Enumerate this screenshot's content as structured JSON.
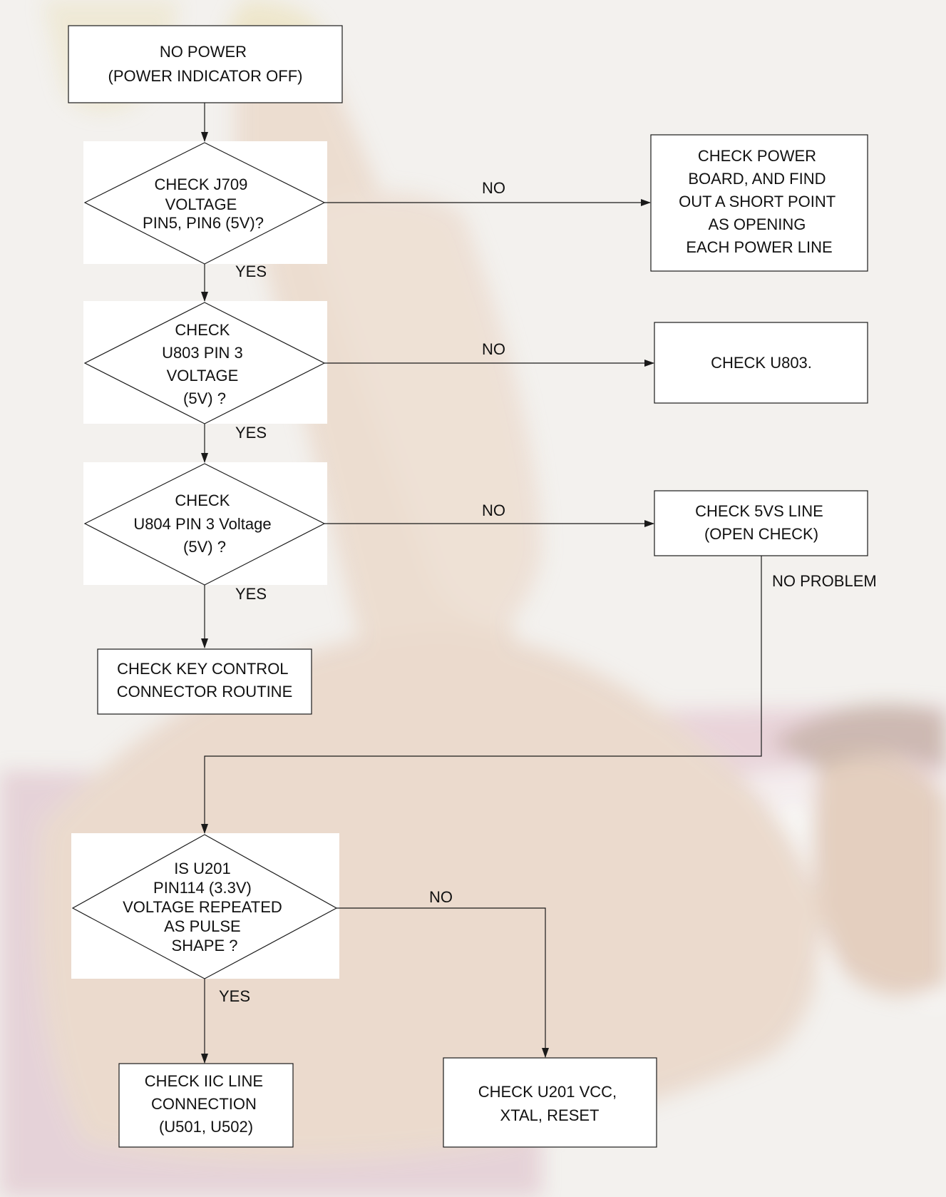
{
  "diagram": {
    "start": {
      "lines": [
        "NO POWER",
        "(POWER INDICATOR OFF)"
      ]
    },
    "decision_j709": {
      "lines": [
        "CHECK J709",
        "VOLTAGE",
        "PIN5, PIN6 (5V)?"
      ]
    },
    "box_power_board": {
      "lines": [
        "CHECK POWER",
        "BOARD, AND FIND",
        "OUT A SHORT POINT",
        "AS OPENING",
        "EACH POWER LINE"
      ]
    },
    "decision_u803": {
      "lines": [
        "CHECK",
        "U803 PIN 3",
        "VOLTAGE",
        "(5V) ?"
      ]
    },
    "box_u803": {
      "lines": [
        "CHECK U803."
      ]
    },
    "decision_u804": {
      "lines": [
        "CHECK",
        "U804 PIN 3 Voltage",
        "(5V) ?"
      ]
    },
    "box_5vs": {
      "lines": [
        "CHECK  5VS LINE",
        "(OPEN CHECK)"
      ]
    },
    "box_key_control": {
      "lines": [
        "CHECK KEY CONTROL",
        "CONNECTOR ROUTINE"
      ]
    },
    "decision_u201": {
      "lines": [
        "IS U201",
        "PIN114 (3.3V)",
        "VOLTAGE REPEATED",
        "AS PULSE",
        "SHAPE ?"
      ]
    },
    "box_iic": {
      "lines": [
        "CHECK IIC LINE",
        "CONNECTION",
        "(U501, U502)"
      ]
    },
    "box_u201": {
      "lines": [
        "CHECK U201 VCC,",
        "XTAL, RESET"
      ]
    },
    "labels": {
      "yes_1": "YES",
      "no_1": "NO",
      "yes_2": "YES",
      "no_2": "NO",
      "yes_3": "YES",
      "no_3": "NO",
      "no_problem": "NO PROBLEM",
      "yes_4": "YES",
      "no_4": "NO"
    }
  },
  "colors": {
    "page_background": "#f3f1ee",
    "background_pink": "#c98ea6",
    "background_skin": "#e8d0bd",
    "line": "#1a1a1a"
  }
}
